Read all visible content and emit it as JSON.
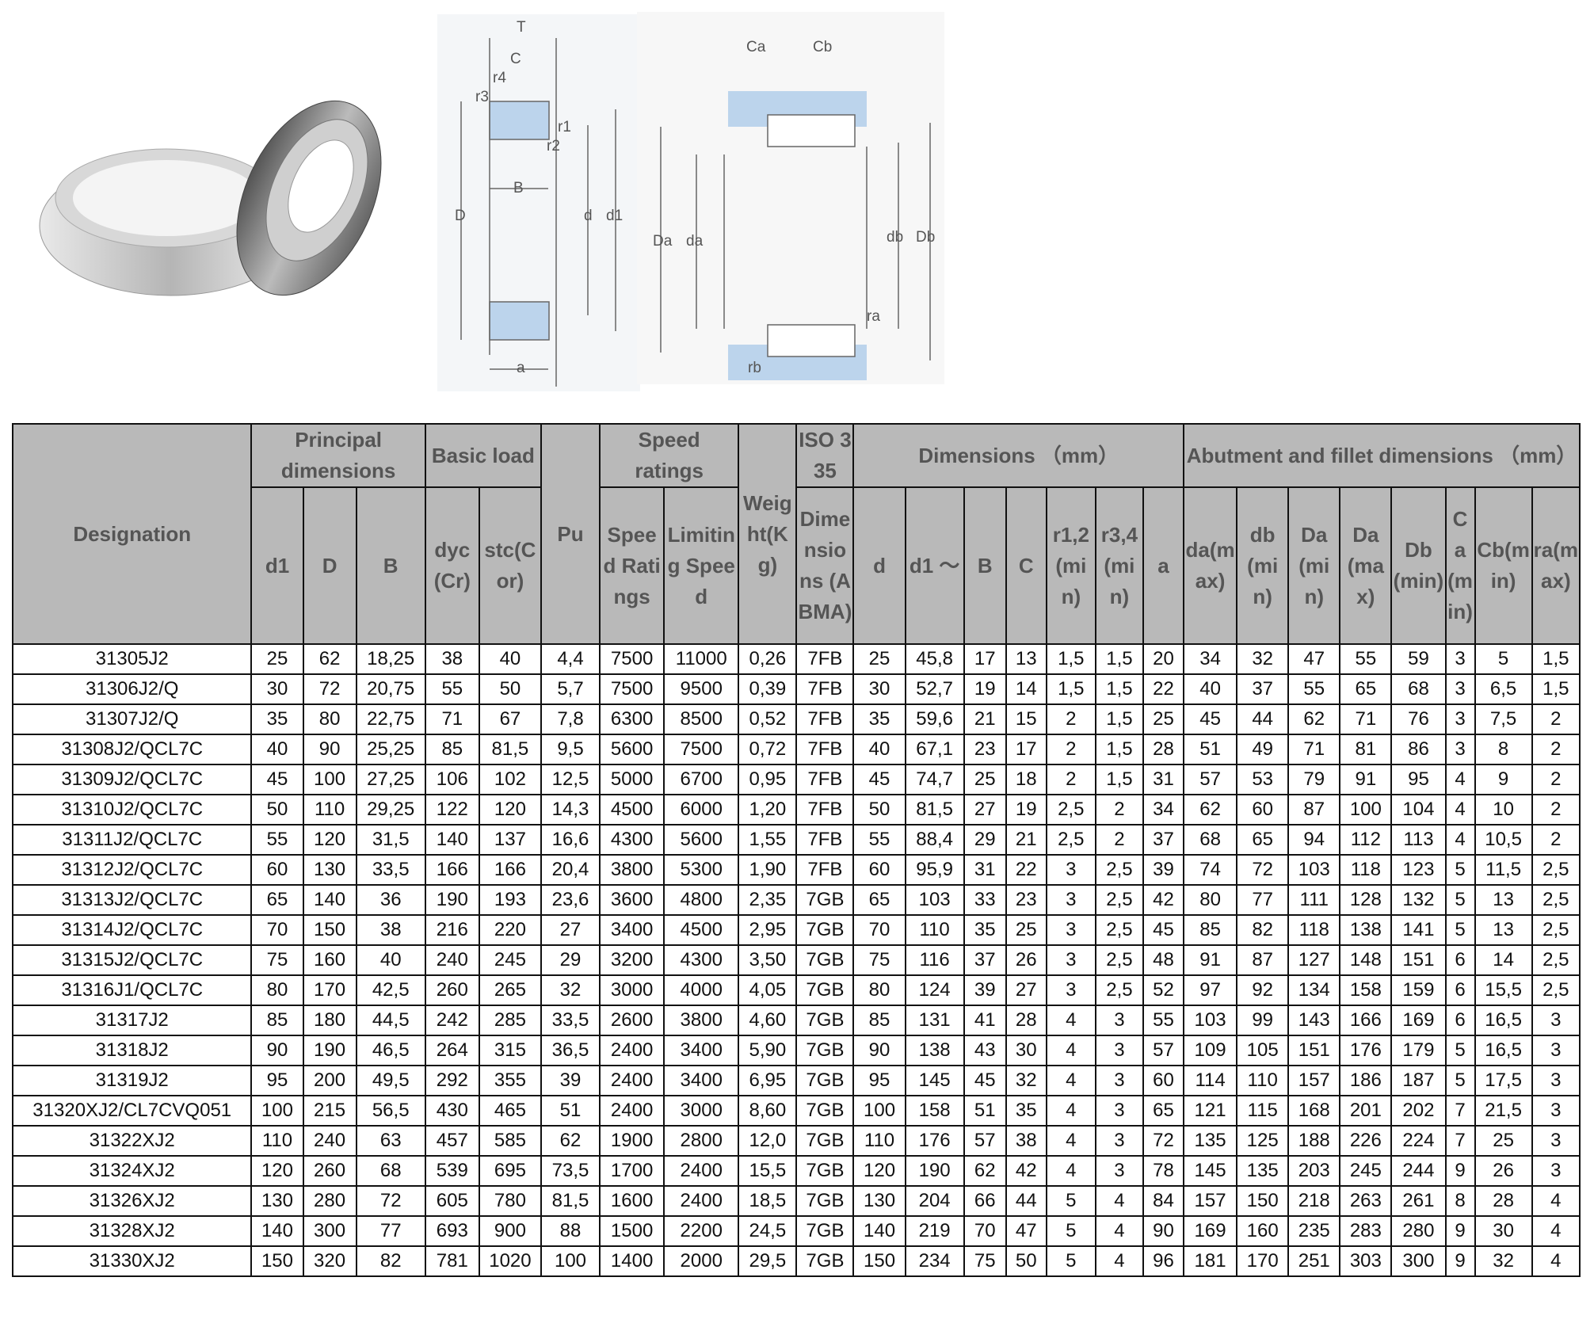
{
  "diagram_labels": {
    "left": {
      "T": "T",
      "C": "C",
      "r4": "r4",
      "r3": "r3",
      "r1": "r1",
      "r2": "r2",
      "B": "B",
      "D": "D",
      "d": "d",
      "d1": "d1",
      "a": "a"
    },
    "right": {
      "Ca": "Ca",
      "Cb": "Cb",
      "Da": "Da",
      "da": "da",
      "db": "db",
      "Db": "Db",
      "ra": "ra",
      "rb": "rb"
    }
  },
  "table": {
    "headers": {
      "designation": "Designation",
      "principal": "Principal dimensions",
      "basic_load": "Basic load",
      "pu": "Pu",
      "speed": "Speed ratings",
      "weight": "Weight(Kg)",
      "iso": "ISO 335",
      "dimensions": "Dimensions （mm）",
      "abutment": "Abutment and fillet dimensions （mm）",
      "cols": [
        "d1",
        "D",
        "B",
        "dyc(Cr)",
        "stc(Cor)",
        "Speed Ratings",
        "Limiting Speed",
        "Dimensions (ABMA)",
        "d",
        "d1 ～",
        "B",
        "C",
        "r1,2(min)",
        "r3,4(min)",
        "a",
        "da(max)",
        "db(min)",
        "Da(min)",
        "Da(max)",
        "Db(min)",
        "Ca(min)",
        "Cb(min)",
        "ra(max)"
      ]
    },
    "rows": [
      [
        "31305J2",
        "25",
        "62",
        "18,25",
        "38",
        "40",
        "4,4",
        "7500",
        "11000",
        "0,26",
        "7FB",
        "25",
        "45,8",
        "17",
        "13",
        "1,5",
        "1,5",
        "20",
        "34",
        "32",
        "47",
        "55",
        "59",
        "3",
        "5",
        "1,5"
      ],
      [
        "31306J2/Q",
        "30",
        "72",
        "20,75",
        "55",
        "50",
        "5,7",
        "7500",
        "9500",
        "0,39",
        "7FB",
        "30",
        "52,7",
        "19",
        "14",
        "1,5",
        "1,5",
        "22",
        "40",
        "37",
        "55",
        "65",
        "68",
        "3",
        "6,5",
        "1,5"
      ],
      [
        "31307J2/Q",
        "35",
        "80",
        "22,75",
        "71",
        "67",
        "7,8",
        "6300",
        "8500",
        "0,52",
        "7FB",
        "35",
        "59,6",
        "21",
        "15",
        "2",
        "1,5",
        "25",
        "45",
        "44",
        "62",
        "71",
        "76",
        "3",
        "7,5",
        "2"
      ],
      [
        "31308J2/QCL7C",
        "40",
        "90",
        "25,25",
        "85",
        "81,5",
        "9,5",
        "5600",
        "7500",
        "0,72",
        "7FB",
        "40",
        "67,1",
        "23",
        "17",
        "2",
        "1,5",
        "28",
        "51",
        "49",
        "71",
        "81",
        "86",
        "3",
        "8",
        "2"
      ],
      [
        "31309J2/QCL7C",
        "45",
        "100",
        "27,25",
        "106",
        "102",
        "12,5",
        "5000",
        "6700",
        "0,95",
        "7FB",
        "45",
        "74,7",
        "25",
        "18",
        "2",
        "1,5",
        "31",
        "57",
        "53",
        "79",
        "91",
        "95",
        "4",
        "9",
        "2"
      ],
      [
        "31310J2/QCL7C",
        "50",
        "110",
        "29,25",
        "122",
        "120",
        "14,3",
        "4500",
        "6000",
        "1,20",
        "7FB",
        "50",
        "81,5",
        "27",
        "19",
        "2,5",
        "2",
        "34",
        "62",
        "60",
        "87",
        "100",
        "104",
        "4",
        "10",
        "2"
      ],
      [
        "31311J2/QCL7C",
        "55",
        "120",
        "31,5",
        "140",
        "137",
        "16,6",
        "4300",
        "5600",
        "1,55",
        "7FB",
        "55",
        "88,4",
        "29",
        "21",
        "2,5",
        "2",
        "37",
        "68",
        "65",
        "94",
        "112",
        "113",
        "4",
        "10,5",
        "2"
      ],
      [
        "31312J2/QCL7C",
        "60",
        "130",
        "33,5",
        "166",
        "166",
        "20,4",
        "3800",
        "5300",
        "1,90",
        "7FB",
        "60",
        "95,9",
        "31",
        "22",
        "3",
        "2,5",
        "39",
        "74",
        "72",
        "103",
        "118",
        "123",
        "5",
        "11,5",
        "2,5"
      ],
      [
        "31313J2/QCL7C",
        "65",
        "140",
        "36",
        "190",
        "193",
        "23,6",
        "3600",
        "4800",
        "2,35",
        "7GB",
        "65",
        "103",
        "33",
        "23",
        "3",
        "2,5",
        "42",
        "80",
        "77",
        "111",
        "128",
        "132",
        "5",
        "13",
        "2,5"
      ],
      [
        "31314J2/QCL7C",
        "70",
        "150",
        "38",
        "216",
        "220",
        "27",
        "3400",
        "4500",
        "2,95",
        "7GB",
        "70",
        "110",
        "35",
        "25",
        "3",
        "2,5",
        "45",
        "85",
        "82",
        "118",
        "138",
        "141",
        "5",
        "13",
        "2,5"
      ],
      [
        "31315J2/QCL7C",
        "75",
        "160",
        "40",
        "240",
        "245",
        "29",
        "3200",
        "4300",
        "3,50",
        "7GB",
        "75",
        "116",
        "37",
        "26",
        "3",
        "2,5",
        "48",
        "91",
        "87",
        "127",
        "148",
        "151",
        "6",
        "14",
        "2,5"
      ],
      [
        "31316J1/QCL7C",
        "80",
        "170",
        "42,5",
        "260",
        "265",
        "32",
        "3000",
        "4000",
        "4,05",
        "7GB",
        "80",
        "124",
        "39",
        "27",
        "3",
        "2,5",
        "52",
        "97",
        "92",
        "134",
        "158",
        "159",
        "6",
        "15,5",
        "2,5"
      ],
      [
        "31317J2",
        "85",
        "180",
        "44,5",
        "242",
        "285",
        "33,5",
        "2600",
        "3800",
        "4,60",
        "7GB",
        "85",
        "131",
        "41",
        "28",
        "4",
        "3",
        "55",
        "103",
        "99",
        "143",
        "166",
        "169",
        "6",
        "16,5",
        "3"
      ],
      [
        "31318J2",
        "90",
        "190",
        "46,5",
        "264",
        "315",
        "36,5",
        "2400",
        "3400",
        "5,90",
        "7GB",
        "90",
        "138",
        "43",
        "30",
        "4",
        "3",
        "57",
        "109",
        "105",
        "151",
        "176",
        "179",
        "5",
        "16,5",
        "3"
      ],
      [
        "31319J2",
        "95",
        "200",
        "49,5",
        "292",
        "355",
        "39",
        "2400",
        "3400",
        "6,95",
        "7GB",
        "95",
        "145",
        "45",
        "32",
        "4",
        "3",
        "60",
        "114",
        "110",
        "157",
        "186",
        "187",
        "5",
        "17,5",
        "3"
      ],
      [
        "31320XJ2/CL7CVQ051",
        "100",
        "215",
        "56,5",
        "430",
        "465",
        "51",
        "2400",
        "3000",
        "8,60",
        "7GB",
        "100",
        "158",
        "51",
        "35",
        "4",
        "3",
        "65",
        "121",
        "115",
        "168",
        "201",
        "202",
        "7",
        "21,5",
        "3"
      ],
      [
        "31322XJ2",
        "110",
        "240",
        "63",
        "457",
        "585",
        "62",
        "1900",
        "2800",
        "12,0",
        "7GB",
        "110",
        "176",
        "57",
        "38",
        "4",
        "3",
        "72",
        "135",
        "125",
        "188",
        "226",
        "224",
        "7",
        "25",
        "3"
      ],
      [
        "31324XJ2",
        "120",
        "260",
        "68",
        "539",
        "695",
        "73,5",
        "1700",
        "2400",
        "15,5",
        "7GB",
        "120",
        "190",
        "62",
        "42",
        "4",
        "3",
        "78",
        "145",
        "135",
        "203",
        "245",
        "244",
        "9",
        "26",
        "3"
      ],
      [
        "31326XJ2",
        "130",
        "280",
        "72",
        "605",
        "780",
        "81,5",
        "1600",
        "2400",
        "18,5",
        "7GB",
        "130",
        "204",
        "66",
        "44",
        "5",
        "4",
        "84",
        "157",
        "150",
        "218",
        "263",
        "261",
        "8",
        "28",
        "4"
      ],
      [
        "31328XJ2",
        "140",
        "300",
        "77",
        "693",
        "900",
        "88",
        "1500",
        "2200",
        "24,5",
        "7GB",
        "140",
        "219",
        "70",
        "47",
        "5",
        "4",
        "90",
        "169",
        "160",
        "235",
        "283",
        "280",
        "9",
        "30",
        "4"
      ],
      [
        "31330XJ2",
        "150",
        "320",
        "82",
        "781",
        "1020",
        "100",
        "1400",
        "2000",
        "29,5",
        "7GB",
        "150",
        "234",
        "75",
        "50",
        "5",
        "4",
        "96",
        "181",
        "170",
        "251",
        "303",
        "300",
        "9",
        "32",
        "4"
      ]
    ]
  }
}
